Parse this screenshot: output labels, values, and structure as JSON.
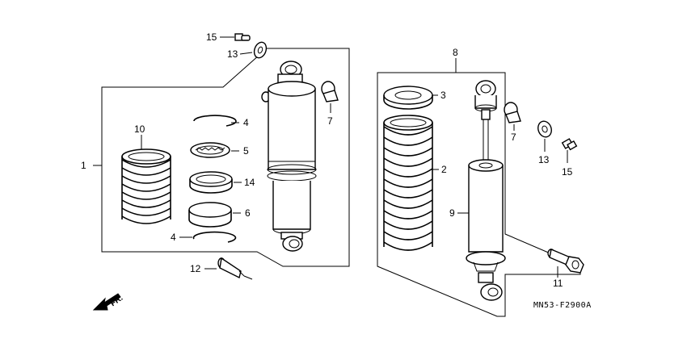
{
  "callouts": {
    "n1": "1",
    "n2": "2",
    "n3": "3",
    "n4a": "4",
    "n4b": "4",
    "n5": "5",
    "n6": "6",
    "n7a": "7",
    "n7b": "7",
    "n8": "8",
    "n9": "9",
    "n10": "10",
    "n11": "11",
    "n12": "12",
    "n13a": "13",
    "n13b": "13",
    "n14": "14",
    "n15a": "15",
    "n15b": "15"
  },
  "direction_label": "FR.",
  "diagram_code": "MN53-F2900A"
}
